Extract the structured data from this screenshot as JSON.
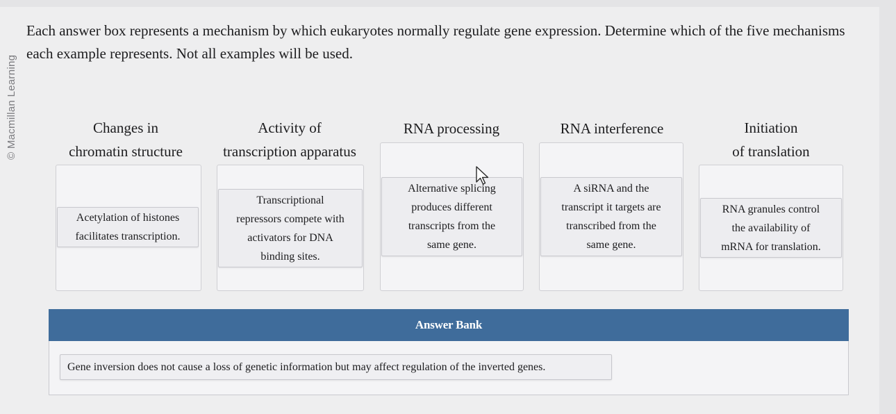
{
  "watermark": "© Macmillan Learning",
  "instructions": "Each answer box represents a mechanism by which eukaryotes normally regulate gene expression. Determine which of the five mechanisms each example represents. Not all examples will be used.",
  "columns": [
    {
      "title_line1": "Changes in",
      "title_line2": "chromatin structure",
      "card_lines": [
        "Acetylation of histones",
        "facilitates transcription."
      ]
    },
    {
      "title_line1": "Activity of",
      "title_line2": "transcription apparatus",
      "card_lines": [
        "Transcriptional",
        "repressors compete with",
        "activators for DNA",
        "binding sites."
      ]
    },
    {
      "title_line1": "RNA processing",
      "title_line2": "",
      "card_lines": [
        "Alternative splicing",
        "produces different",
        "transcripts from the",
        "same gene."
      ]
    },
    {
      "title_line1": "RNA interference",
      "title_line2": "",
      "card_lines": [
        "A siRNA and the",
        "transcript it targets are",
        "transcribed from the",
        "same gene."
      ]
    },
    {
      "title_line1": "Initiation",
      "title_line2": "of translation",
      "card_lines": [
        "RNA granules control",
        "the availability of",
        "mRNA for translation."
      ]
    }
  ],
  "answer_bank": {
    "title": "Answer Bank",
    "items": [
      "Gene inversion does not cause a loss of genetic information but may affect regulation of the inverted genes."
    ]
  },
  "icons": {
    "cursor": "mouse-pointer-icon"
  }
}
